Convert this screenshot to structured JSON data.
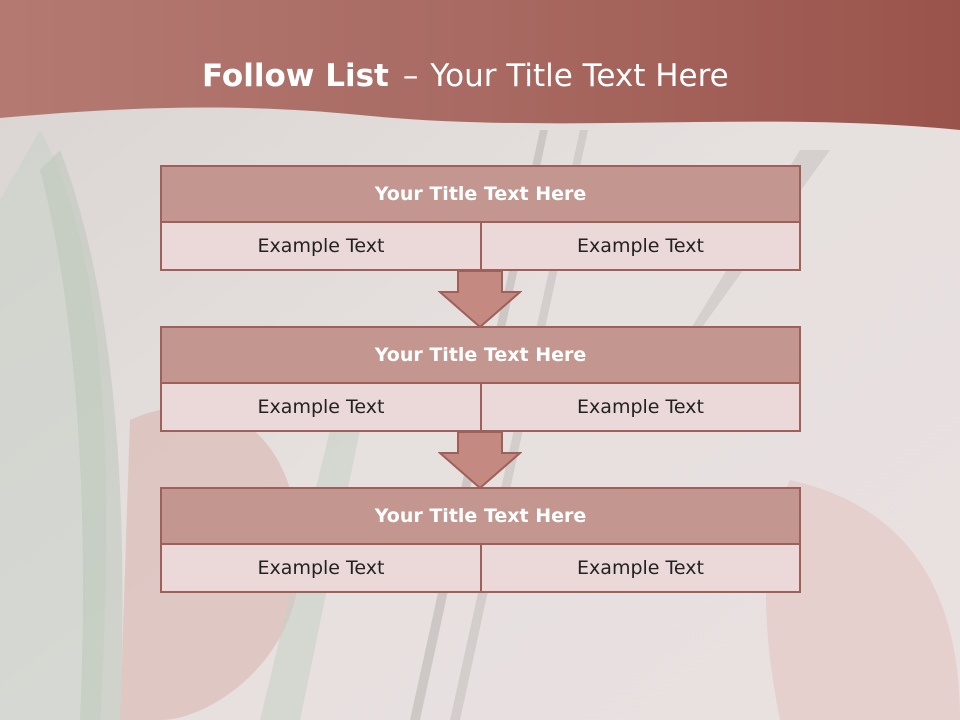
{
  "slide": {
    "title_bold": "Follow List",
    "title_sep": "–",
    "title_rest": "Your Title Text Here"
  },
  "blocks": [
    {
      "title": "Your Title Text Here",
      "left": "Example Text",
      "right": "Example Text"
    },
    {
      "title": "Your Title Text Here",
      "left": "Example Text",
      "right": "Example Text"
    },
    {
      "title": "Your Title Text Here",
      "left": "Example Text",
      "right": "Example Text"
    }
  ],
  "colors": {
    "header_band": "#a35e56",
    "title_bar_fill": "#c49690",
    "cell_fill": "#ead9d8",
    "border": "#a0605a",
    "arrow_fill": "#c48a82"
  }
}
